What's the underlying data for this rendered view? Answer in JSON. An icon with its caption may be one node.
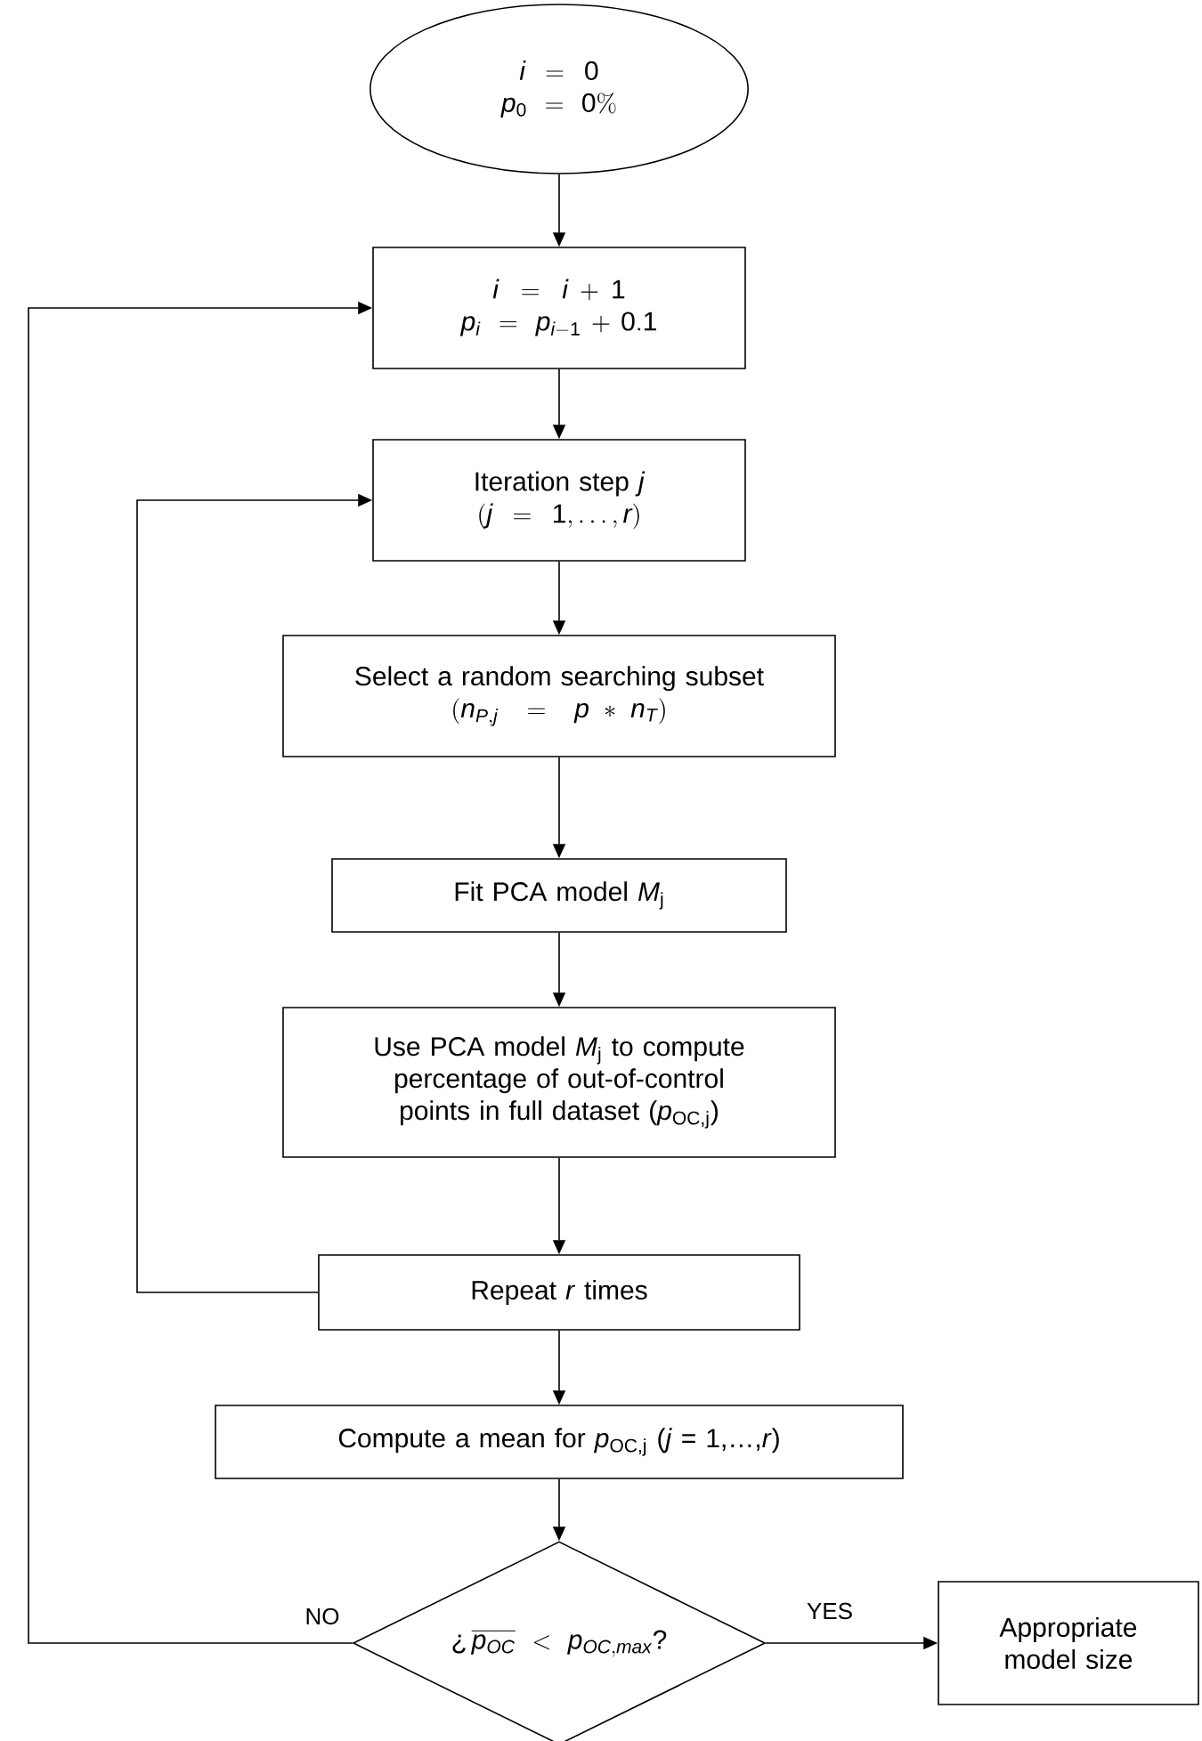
{
  "diagram": {
    "nodes": [
      {
        "text": [
          "i = 0",
          "p_{0} = 0\\%"
        ]
      },
      {
        "text": [
          "i = i+1",
          "p_{i} = p_{i-1} + 0.1"
        ]
      },
      {
        "text": [
          "Iteration step *j*",
          "(j = 1,\\ldots,r)"
        ]
      },
      {
        "text": [
          "Select a random searching subset",
          "(n_{P,j} = p * n_{T})"
        ]
      },
      {
        "text": [
          "Fit PCA model *M*$_{j}$"
        ]
      },
      {
        "text": [
          "Use PCA model *M*$_{j}$ to compute percentage of out-of-control points in full dataset (*p*$_{OC,j}$)"
        ]
      },
      {
        "text": [
          "Repeat *r* times"
        ]
      },
      {
        "text": [
          "Compute a mean for *p*$_{OC,j}$ (*j* = 1,…,*r*)"
        ]
      },
      {
        "text": [
          "\\text{¿}\\,\\overline{p_{OC}} < p_{OC,max}\\text{?}"
        ]
      },
      {
        "text": [
          "Appropriate model size"
        ]
      }
    ],
    "edges": [
      {
        "from": 0,
        "to": 1,
        "arrow": "to"
      },
      {
        "from": 1,
        "to": 2,
        "arrow": "to"
      },
      {
        "from": 2,
        "to": 3,
        "arrow": "to"
      },
      {
        "from": 3,
        "to": 4,
        "arrow": "to"
      },
      {
        "from": 4,
        "to": 5,
        "arrow": "to"
      },
      {
        "from": 5,
        "to": 6,
        "arrow": "to"
      },
      {
        "from": 6,
        "to": 2,
        "arrow": "to"
      },
      {
        "from": 6,
        "to": 7,
        "arrow": "to"
      },
      {
        "from": 7,
        "to": 8,
        "arrow": "to"
      },
      {
        "from": 8,
        "to": 1,
        "arrow": "to",
        "label": "NO"
      },
      {
        "from": 8,
        "to": 9,
        "arrow": "to",
        "label": "YES"
      }
    ]
  }
}
